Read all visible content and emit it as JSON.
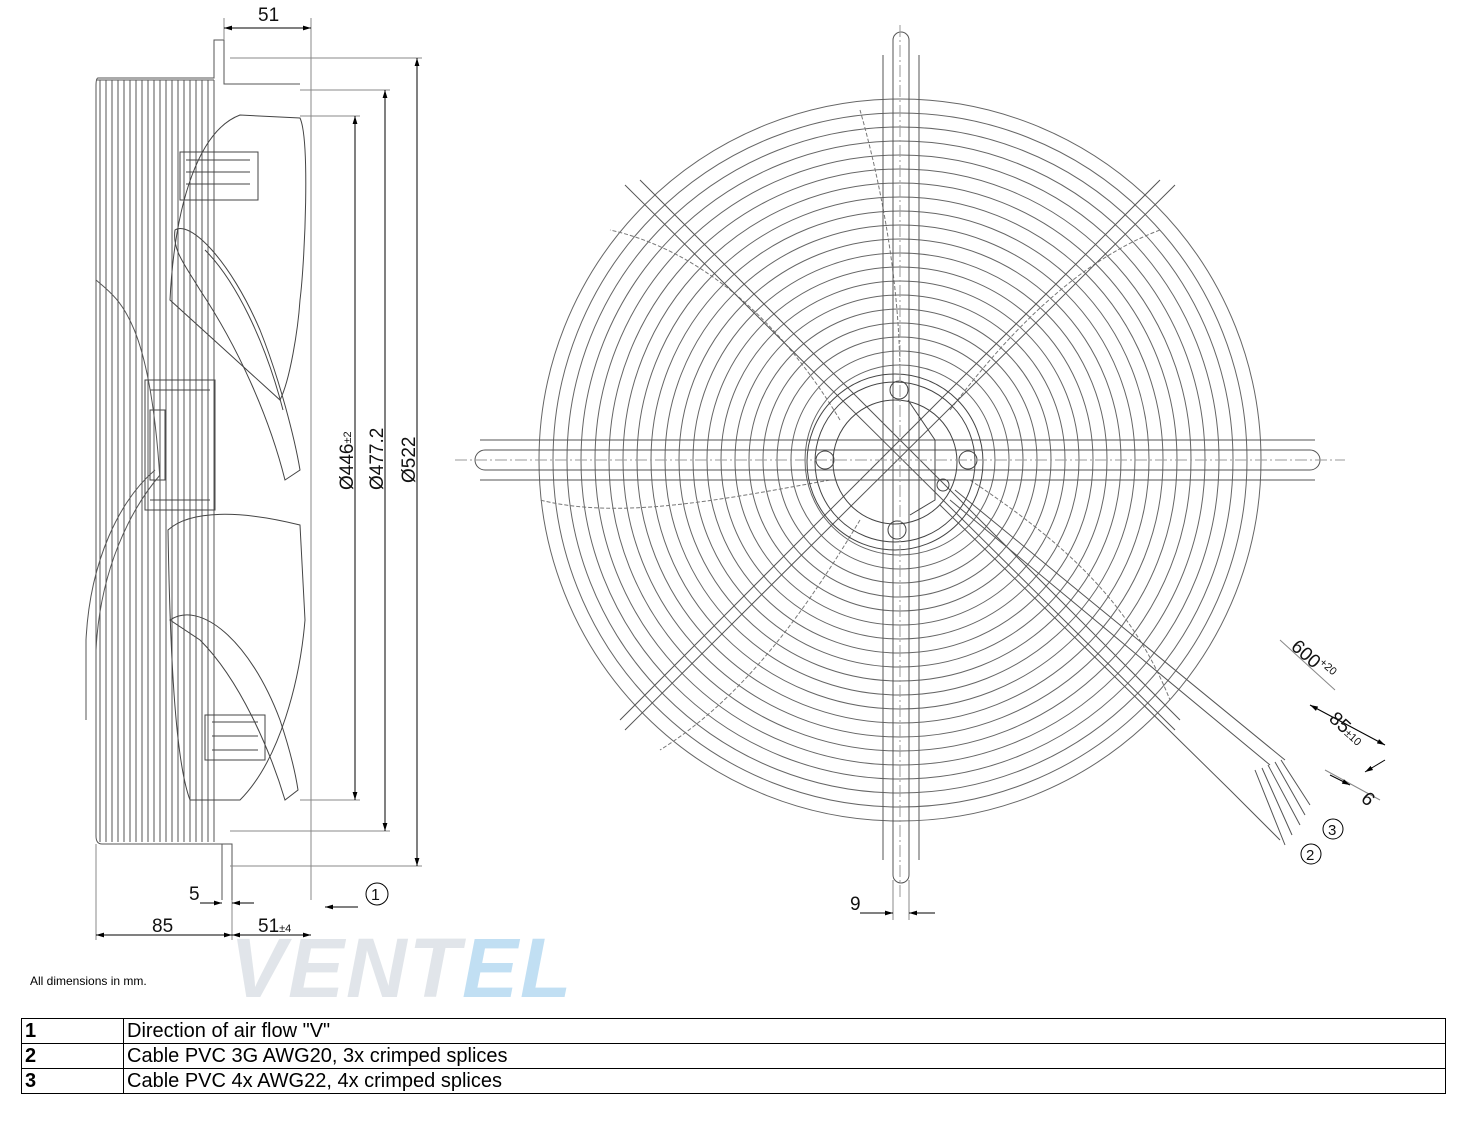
{
  "dimensions": {
    "top_offset": "51",
    "dia_446": "Ø446",
    "dia_446_tol": "±2",
    "dia_477": "Ø477.2",
    "dia_522": "Ø522",
    "bottom_5": "5",
    "bottom_85": "85",
    "bottom_51": "51",
    "bottom_51_tol": "±4",
    "grid_9": "9",
    "cable_600": "600",
    "cable_600_tol": "+20",
    "cable_85": "85",
    "cable_85_tol": "±10",
    "cable_6": "6"
  },
  "callouts": {
    "c1": "1",
    "c2": "2",
    "c3": "3"
  },
  "note": "All dimensions in mm.",
  "watermark": {
    "main": "VENT",
    "accent": "EL"
  },
  "legend": [
    {
      "num": "1",
      "text": "Direction of air flow \"V\""
    },
    {
      "num": "2",
      "text": "Cable PVC 3G AWG20, 3x crimped splices"
    },
    {
      "num": "3",
      "text": "Cable PVC 4x AWG22, 4x crimped splices"
    }
  ]
}
